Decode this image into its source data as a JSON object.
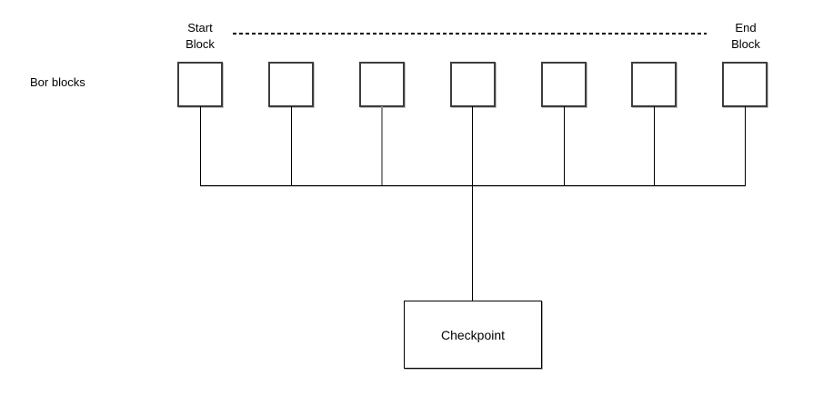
{
  "diagram": {
    "row_label": "Bor blocks",
    "start_block_label": "Start\nBlock",
    "end_block_label": "End\nBlock",
    "checkpoint_label": "Checkpoint",
    "bor_block_count": 7,
    "colors": {
      "background": "#ffffff",
      "line": "#000000",
      "block_border": "#3d3d3d",
      "gray_connector": "#8c8c8c"
    }
  }
}
